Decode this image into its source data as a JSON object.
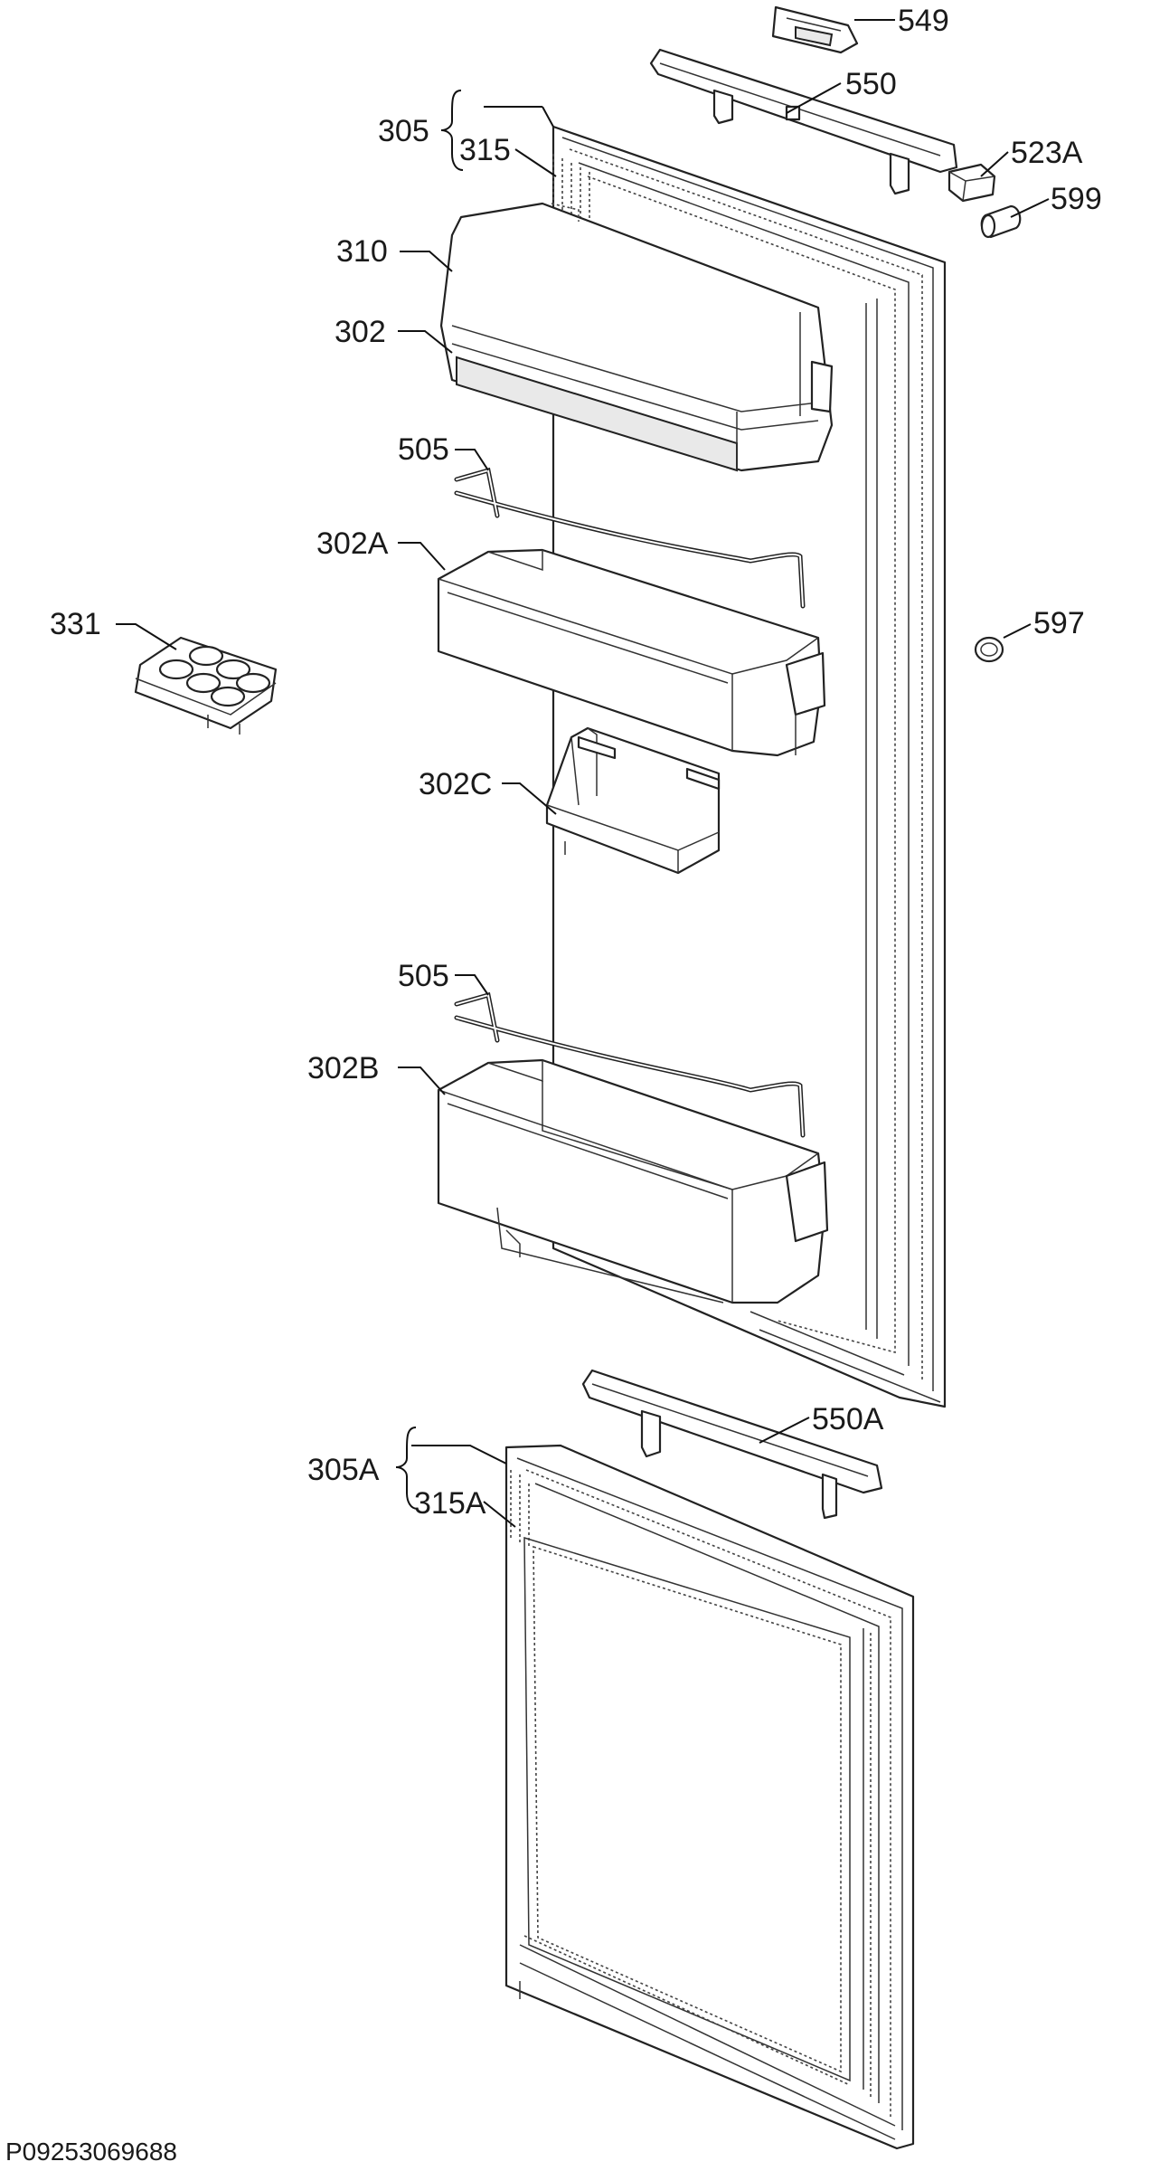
{
  "labels": {
    "p549": "549",
    "p550": "550",
    "p305": "305",
    "p315": "315",
    "p523A": "523A",
    "p599": "599",
    "p310": "310",
    "p302": "302",
    "p505a": "505",
    "p302A": "302A",
    "p331": "331",
    "p597": "597",
    "p302C": "302C",
    "p505b": "505",
    "p302B": "302B",
    "p550A": "550A",
    "p305A": "305A",
    "p315A": "315A"
  },
  "drawing_code": "P09253069688"
}
